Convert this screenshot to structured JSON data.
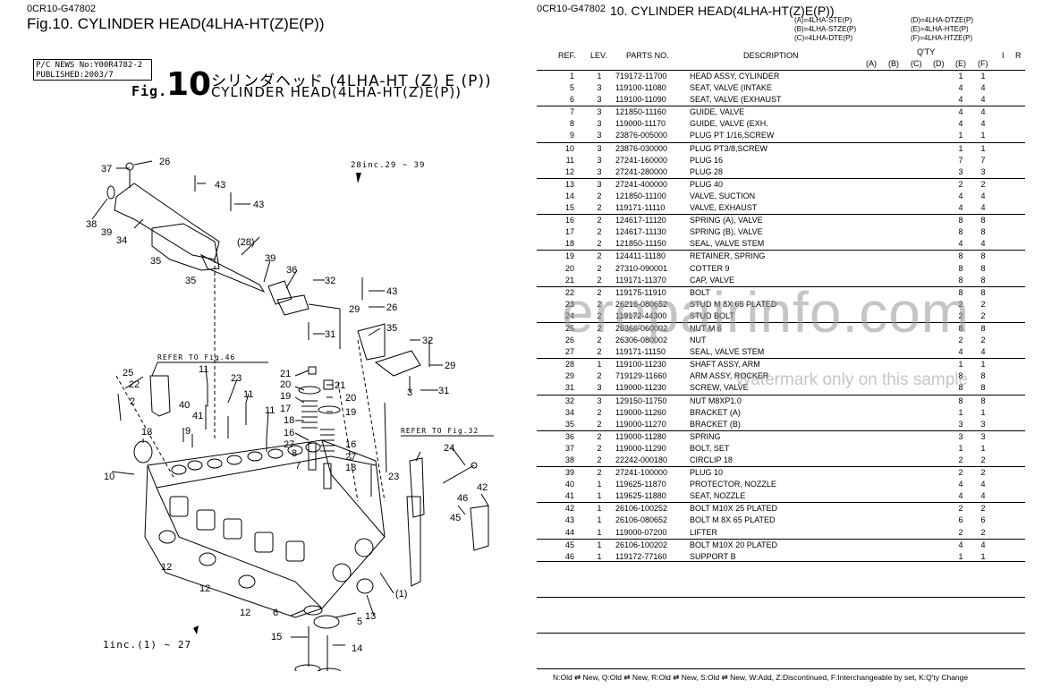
{
  "left": {
    "doc_id": "0CR10-G47802",
    "figure_title": "Fig.10.  CYLINDER HEAD(4LHA-HT(Z)E(P))",
    "news_line1": "P/C NEWS No:Y00R4782-2",
    "news_line2": "PUBLISHED:2003/7",
    "fig_label": "Fig.",
    "fig_number": "10",
    "fig_jp": "シリンダヘッド (4LHA-HT (Z) E (P))",
    "fig_en": "CYLINDER HEAD(4LHA-HT(Z)E(P))",
    "notes": {
      "inc_28": "28inc.29 ~ 39",
      "inc_1": "1inc.(1) ~ 27",
      "refer_46": "REFER TO Fig.46",
      "refer_32": "REFER TO Fig.32"
    },
    "callouts": [
      "37",
      "26",
      "43",
      "43",
      "38",
      "39",
      "34",
      "35",
      "(28)",
      "39",
      "35",
      "36",
      "32",
      "43",
      "29",
      "26",
      "31",
      "35",
      "32",
      "29",
      "31",
      "3",
      "25",
      "22",
      "11",
      "23",
      "21",
      "20",
      "19",
      "17",
      "18",
      "16",
      "27",
      "9",
      "8",
      "7",
      "11",
      "11",
      "21",
      "20",
      "19",
      "16",
      "27",
      "18",
      "40",
      "41",
      "13",
      "10",
      "24",
      "23",
      "46",
      "45",
      "42",
      "12",
      "12",
      "12",
      "6",
      "5",
      "15",
      "14",
      "13",
      "(1)",
      "2"
    ]
  },
  "right": {
    "doc_id": "0CR10-G47802",
    "figure_title": "10.  CYLINDER HEAD(4LHA-HT(Z)E(P))",
    "variants_left": [
      "(A)=4LHA-STE(P)",
      "(B)=4LHA-STZE(P)",
      "(C)=4LHA-DTE(P)"
    ],
    "variants_right": [
      "(D)=4LHA-DTZE(P)",
      "(E)=4LHA-HTE(P)",
      "(F)=4LHA-HTZE(P)"
    ],
    "headers": {
      "ref": "REF.",
      "lev": "LEV.",
      "part": "PARTS NO.",
      "desc": "DESCRIPTION",
      "qty": "Q'TY",
      "a": "(A)",
      "b": "(B)",
      "c": "(C)",
      "d": "(D)",
      "e": "(E)",
      "f": "(F)",
      "i": "I",
      "r": "R"
    },
    "rows": [
      {
        "ref": "1",
        "lev": "1",
        "part": "719172-11700",
        "desc": "HEAD ASSY, CYLINDER",
        "e": "1",
        "f": "1"
      },
      {
        "ref": "5",
        "lev": "3",
        "part": "119100-11080",
        "desc": "SEAT, VALVE (INTAKE",
        "e": "4",
        "f": "4"
      },
      {
        "ref": "6",
        "lev": "3",
        "part": "119100-11090",
        "desc": "SEAT, VALVE (EXHAUST",
        "e": "4",
        "f": "4"
      },
      {
        "ref": "7",
        "lev": "3",
        "part": "121850-11160",
        "desc": "GUIDE, VALVE",
        "e": "4",
        "f": "4"
      },
      {
        "ref": "8",
        "lev": "3",
        "part": "119000-11170",
        "desc": "GUIDE, VALVE (EXH.",
        "e": "4",
        "f": "4"
      },
      {
        "ref": "9",
        "lev": "3",
        "part": "23876-005000",
        "desc": "PLUG PT 1/16,SCREW",
        "e": "1",
        "f": "1"
      },
      {
        "ref": "10",
        "lev": "3",
        "part": "23876-030000",
        "desc": "PLUG PT3/8,SCREW",
        "e": "1",
        "f": "1"
      },
      {
        "ref": "11",
        "lev": "3",
        "part": "27241-160000",
        "desc": "PLUG 16",
        "e": "7",
        "f": "7"
      },
      {
        "ref": "12",
        "lev": "3",
        "part": "27241-280000",
        "desc": "PLUG 28",
        "e": "3",
        "f": "3"
      },
      {
        "ref": "13",
        "lev": "3",
        "part": "27241-400000",
        "desc": "PLUG 40",
        "e": "2",
        "f": "2"
      },
      {
        "ref": "14",
        "lev": "2",
        "part": "121850-11100",
        "desc": "VALVE, SUCTION",
        "e": "4",
        "f": "4"
      },
      {
        "ref": "15",
        "lev": "2",
        "part": "119171-11110",
        "desc": "VALVE, EXHAUST",
        "e": "4",
        "f": "4"
      },
      {
        "ref": "16",
        "lev": "2",
        "part": "124617-11120",
        "desc": "SPRING (A), VALVE",
        "e": "8",
        "f": "8"
      },
      {
        "ref": "17",
        "lev": "2",
        "part": "124617-11130",
        "desc": "SPRING (B), VALVE",
        "e": "8",
        "f": "8"
      },
      {
        "ref": "18",
        "lev": "2",
        "part": "121850-11150",
        "desc": "SEAL, VALVE STEM",
        "e": "4",
        "f": "4"
      },
      {
        "ref": "19",
        "lev": "2",
        "part": "124411-11180",
        "desc": "RETAINER, SPRING",
        "e": "8",
        "f": "8"
      },
      {
        "ref": "20",
        "lev": "2",
        "part": "27310-090001",
        "desc": "COTTER  9",
        "e": "8",
        "f": "8"
      },
      {
        "ref": "21",
        "lev": "2",
        "part": "119171-11370",
        "desc": "CAP, VALVE",
        "e": "8",
        "f": "8"
      },
      {
        "ref": "22",
        "lev": "2",
        "part": "119175-11910",
        "desc": "BOLT",
        "e": "8",
        "f": "8"
      },
      {
        "ref": "23",
        "lev": "2",
        "part": "26216-080652",
        "desc": "STUD M 8X 65 PLATED",
        "e": "2",
        "f": "2"
      },
      {
        "ref": "24",
        "lev": "2",
        "part": "119172-44300",
        "desc": "STUD BOLT",
        "e": "2",
        "f": "2"
      },
      {
        "ref": "25",
        "lev": "2",
        "part": "26366-060002",
        "desc": "NUT M 6",
        "e": "8",
        "f": "8"
      },
      {
        "ref": "26",
        "lev": "2",
        "part": "26306-080002",
        "desc": "NUT",
        "e": "2",
        "f": "2"
      },
      {
        "ref": "27",
        "lev": "2",
        "part": "119171-11150",
        "desc": "SEAL, VALVE STEM",
        "e": "4",
        "f": "4"
      },
      {
        "ref": "28",
        "lev": "1",
        "part": "119100-11230",
        "desc": "SHAFT ASSY, ARM",
        "e": "1",
        "f": "1"
      },
      {
        "ref": "29",
        "lev": "2",
        "part": "719129-11660",
        "desc": "ARM ASSY, ROCKER",
        "e": "8",
        "f": "8"
      },
      {
        "ref": "31",
        "lev": "3",
        "part": "119000-11230",
        "desc": "SCREW, VALVE",
        "e": "8",
        "f": "8"
      },
      {
        "ref": "32",
        "lev": "3",
        "part": "129150-11750",
        "desc": "NUT M8XP1.0",
        "e": "8",
        "f": "8"
      },
      {
        "ref": "34",
        "lev": "2",
        "part": "119000-11260",
        "desc": "BRACKET (A)",
        "e": "1",
        "f": "1"
      },
      {
        "ref": "35",
        "lev": "2",
        "part": "119000-11270",
        "desc": "BRACKET (B)",
        "e": "3",
        "f": "3"
      },
      {
        "ref": "36",
        "lev": "2",
        "part": "119000-11280",
        "desc": "SPRING",
        "e": "3",
        "f": "3"
      },
      {
        "ref": "37",
        "lev": "2",
        "part": "119000-11290",
        "desc": "BOLT, SET",
        "e": "1",
        "f": "1"
      },
      {
        "ref": "38",
        "lev": "2",
        "part": "22242-000180",
        "desc": "CIRCLIP  18",
        "e": "2",
        "f": "2"
      },
      {
        "ref": "39",
        "lev": "2",
        "part": "27241-100000",
        "desc": "PLUG 10",
        "e": "2",
        "f": "2"
      },
      {
        "ref": "40",
        "lev": "1",
        "part": "119625-11870",
        "desc": "PROTECTOR, NOZZLE",
        "e": "4",
        "f": "4"
      },
      {
        "ref": "41",
        "lev": "1",
        "part": "119625-11880",
        "desc": "SEAT, NOZZLE",
        "e": "4",
        "f": "4"
      },
      {
        "ref": "42",
        "lev": "1",
        "part": "26106-100252",
        "desc": "BOLT M10X 25 PLATED",
        "e": "2",
        "f": "2"
      },
      {
        "ref": "43",
        "lev": "1",
        "part": "26106-080652",
        "desc": "BOLT M 8X 65 PLATED",
        "e": "6",
        "f": "6"
      },
      {
        "ref": "44",
        "lev": "1",
        "part": "119000-07200",
        "desc": "LIFTER",
        "e": "2",
        "f": "2"
      },
      {
        "ref": "45",
        "lev": "1",
        "part": "26106-100202",
        "desc": "BOLT M10X 20 PLATED",
        "e": "4",
        "f": "4"
      },
      {
        "ref": "46",
        "lev": "1",
        "part": "119172-77160",
        "desc": "SUPPORT B",
        "e": "1",
        "f": "1"
      }
    ],
    "footer": "N:Old ⇄ New, Q:Old ⇄ New, R:Old ⇄ New, S:Old ⇄ New, W:Add, Z:Discontinued, F:Interchangeable by set, K:Q'ty Change",
    "watermark": "erepairinfo.com",
    "watermark_sub": "Watermark only on this sample"
  }
}
